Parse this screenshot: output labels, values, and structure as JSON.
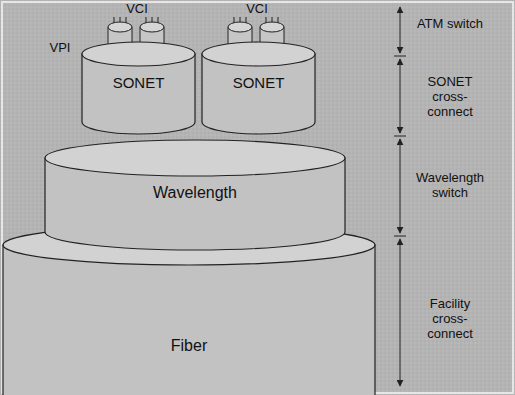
{
  "diagram": {
    "nodes": [
      {
        "text": [
          "SONET"
        ]
      },
      {
        "text": [
          "SONET"
        ]
      },
      {
        "text": [
          "Wavelength"
        ]
      },
      {
        "text": [
          "Fiber"
        ]
      }
    ],
    "labels": [
      "VCI",
      "VCI",
      "VPI",
      "ATM switch",
      "SONET cross-connect",
      "Wavelength switch",
      "Facility cross-connect"
    ]
  }
}
